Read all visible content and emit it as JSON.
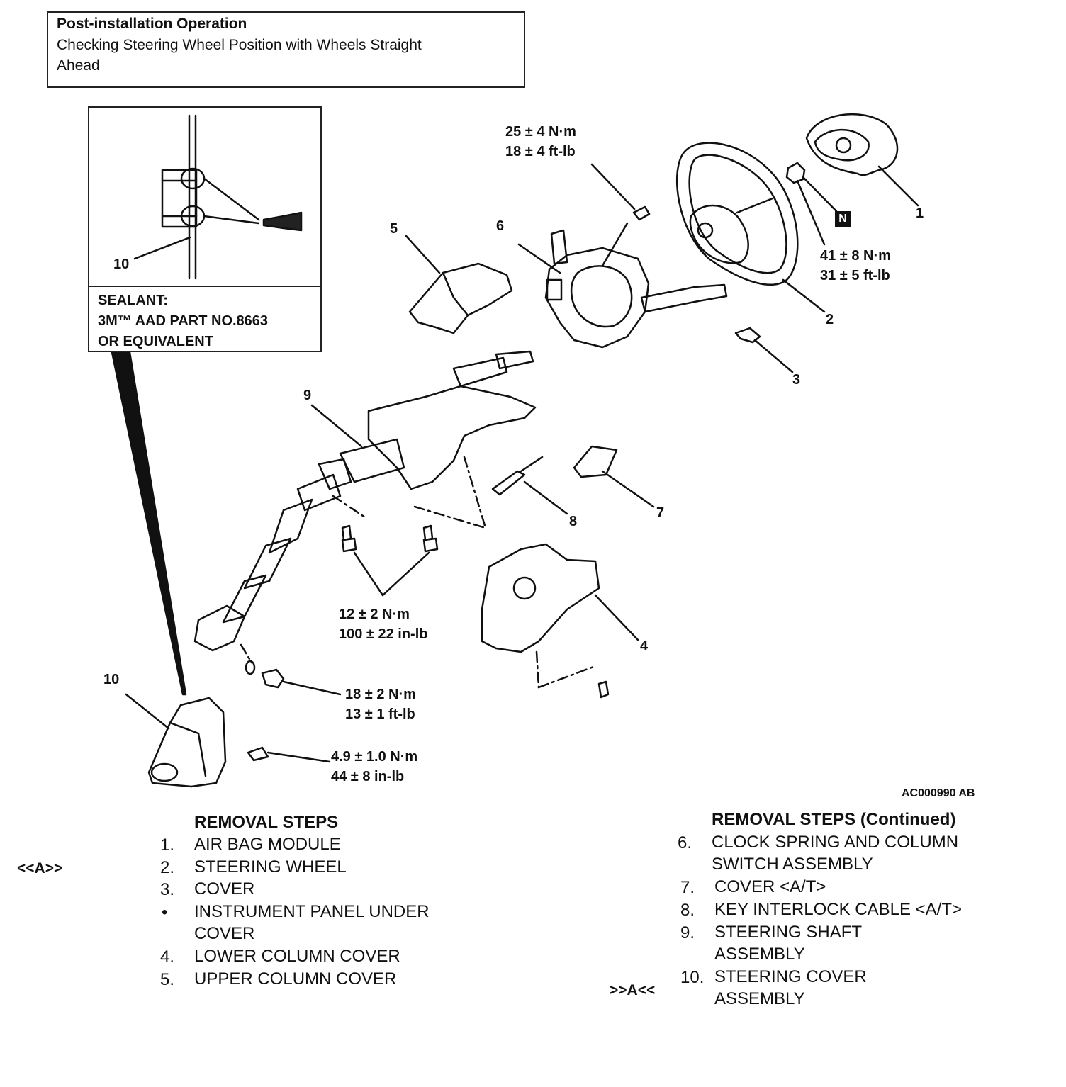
{
  "post_installation": {
    "title": "Post-installation Operation",
    "line1": "Checking Steering Wheel Position with Wheels Straight",
    "line2": "Ahead"
  },
  "inset": {
    "callout": "10",
    "sealant_line1": "SEALANT:",
    "sealant_line2": "3M™ AAD PART NO.8663",
    "sealant_line3": "OR EQUIVALENT"
  },
  "callouts": {
    "c1": "1",
    "c2": "2",
    "c3": "3",
    "c4": "4",
    "c5": "5",
    "c6": "6",
    "c7": "7",
    "c8": "8",
    "c9": "9",
    "c10": "10",
    "n_mark": "N"
  },
  "torques": {
    "t1_a": "25 ± 4 N·m",
    "t1_b": "18 ± 4 ft-lb",
    "t2_a": "41 ± 8 N·m",
    "t2_b": "31 ± 5 ft-lb",
    "t3_a": "12 ± 2 N·m",
    "t3_b": "100 ± 22 in-lb",
    "t4_a": "18 ± 2 N·m",
    "t4_b": "13 ± 1 ft-lb",
    "t5_a": "4.9 ± 1.0 N·m",
    "t5_b": "44 ± 8 in-lb"
  },
  "figure_code": "AC000990 AB",
  "removal_steps": {
    "heading": "REMOVAL STEPS",
    "mark_a": "<<A>>",
    "items": [
      {
        "num": "1.",
        "text": "AIR BAG MODULE"
      },
      {
        "num": "2.",
        "text": "STEERING WHEEL"
      },
      {
        "num": "3.",
        "text": "COVER"
      },
      {
        "num": "•",
        "text": "INSTRUMENT PANEL UNDER",
        "text2": "COVER"
      },
      {
        "num": "4.",
        "text": "LOWER COLUMN COVER"
      },
      {
        "num": "5.",
        "text": "UPPER COLUMN COVER"
      }
    ]
  },
  "removal_steps_cont": {
    "heading": "REMOVAL STEPS (Continued)",
    "mark_a": ">>A<<",
    "items": [
      {
        "num": "6.",
        "text": "CLOCK SPRING AND COLUMN",
        "text2": "SWITCH ASSEMBLY"
      },
      {
        "num": "7.",
        "text": "COVER <A/T>"
      },
      {
        "num": "8.",
        "text": "KEY INTERLOCK CABLE <A/T>"
      },
      {
        "num": "9.",
        "text": "STEERING SHAFT",
        "text2": "ASSEMBLY"
      },
      {
        "num": "10.",
        "text": "STEERING COVER",
        "text2": "ASSEMBLY"
      }
    ]
  }
}
